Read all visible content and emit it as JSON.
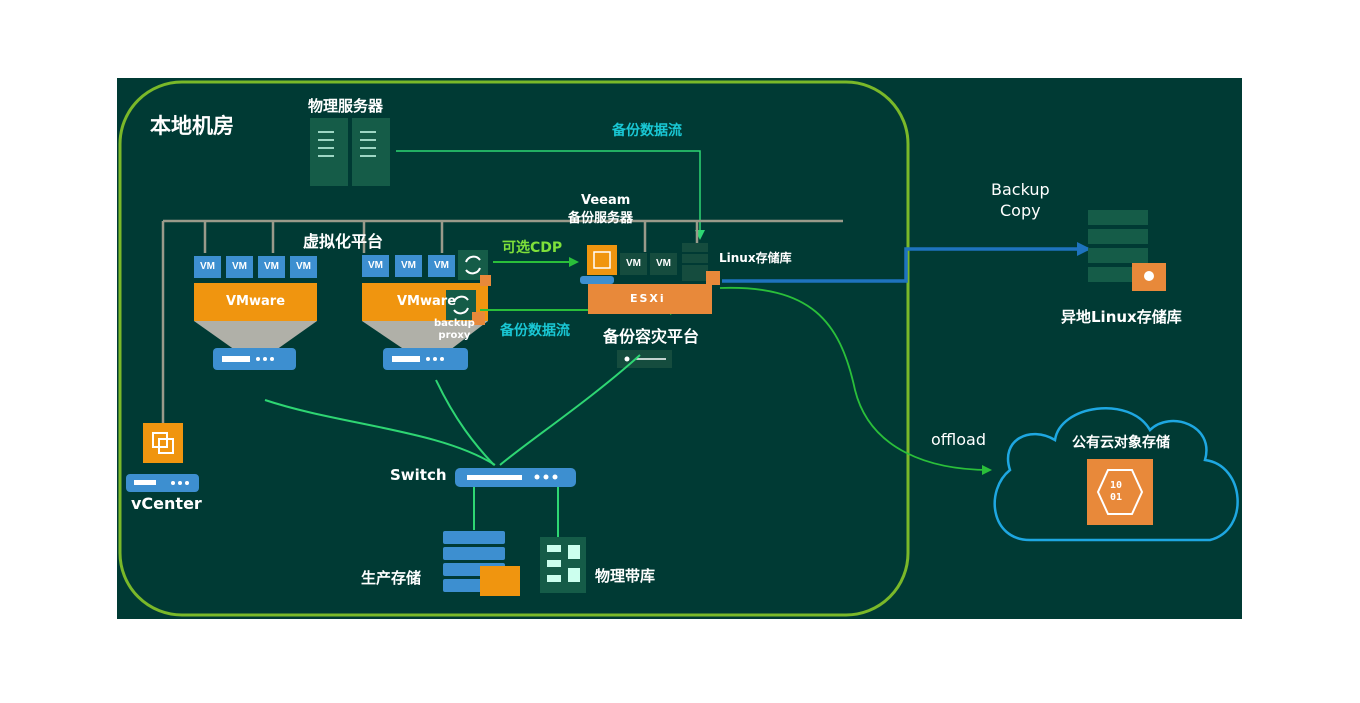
{
  "colors": {
    "background": "#003a34",
    "frame": "#7ab829",
    "bus": "#9a9a8a",
    "link": "#2ed673",
    "cdp": "#2abf3a",
    "backup_copy": "#1e73be",
    "cloud": "#1ea7e1",
    "vmware": "#f0950f",
    "esxi": "#e8893a",
    "vm": "#3d8fd0"
  },
  "site": {
    "title": "本地机房"
  },
  "physical_server": {
    "label": "物理服务器"
  },
  "virtualization": {
    "label": "虚拟化平台"
  },
  "clusters": [
    {
      "vm_labels": [
        "VM",
        "VM",
        "VM",
        "VM"
      ],
      "hypervisor": "VMware"
    },
    {
      "vm_labels": [
        "VM",
        "VM",
        "VM"
      ],
      "hypervisor": "VMware",
      "proxy": "backup\nproxy"
    }
  ],
  "veeam": {
    "label_line1": "Veeam",
    "label_line2": "备份服务器",
    "vm_labels": [
      "VM",
      "VM"
    ],
    "esxi": "ESXi"
  },
  "linux_repo": {
    "label": "Linux存储库"
  },
  "backup_flow_top": {
    "label": "备份数据流"
  },
  "backup_flow_mid": {
    "label": "备份数据流"
  },
  "cdp": {
    "label": "可选CDP"
  },
  "dr_platform": {
    "label": "备份容灾平台"
  },
  "switch": {
    "label": "Switch"
  },
  "vcenter": {
    "label": "vCenter"
  },
  "prod_storage": {
    "label": "生产存储"
  },
  "tape_library": {
    "label": "物理带库"
  },
  "backup_copy": {
    "line1": "Backup",
    "line2": "Copy"
  },
  "offsite_repo": {
    "label": "异地Linux存储库"
  },
  "offload": {
    "label": "offload"
  },
  "cloud": {
    "label": "公有云对象存储",
    "icon_text": "10\n01"
  }
}
